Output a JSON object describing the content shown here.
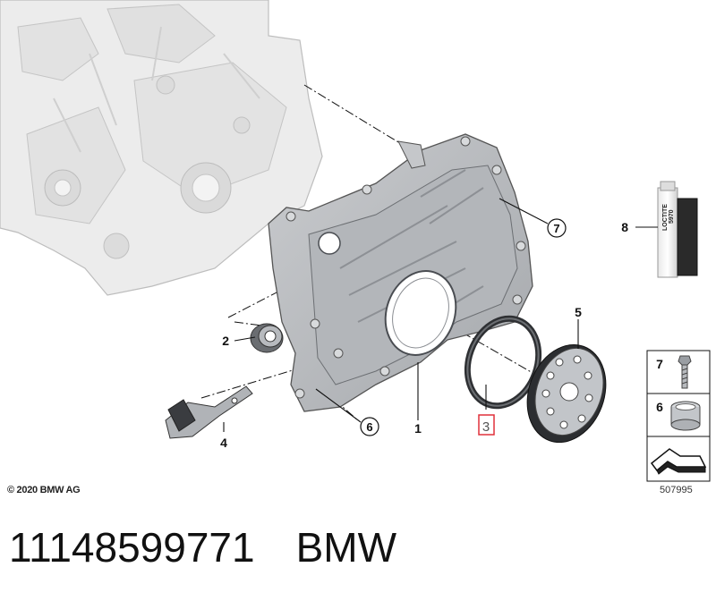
{
  "copyright": "© 2020 BMW AG",
  "diagram_number": "507995",
  "part_number": "11148599771",
  "brand": "BMW",
  "callouts": {
    "p1": "1",
    "p2": "2",
    "p3": "3",
    "p4": "4",
    "p5": "5",
    "p6": "6",
    "p7": "7",
    "p8": "8"
  },
  "legend": {
    "item_a": "7",
    "item_b": "6"
  },
  "sealant_label": {
    "brand": "LOCTITE",
    "code": "5970"
  },
  "colors": {
    "highlight": "#e0303a",
    "metal": "#b9bcc0",
    "engine_block": "#e6e6e6"
  }
}
